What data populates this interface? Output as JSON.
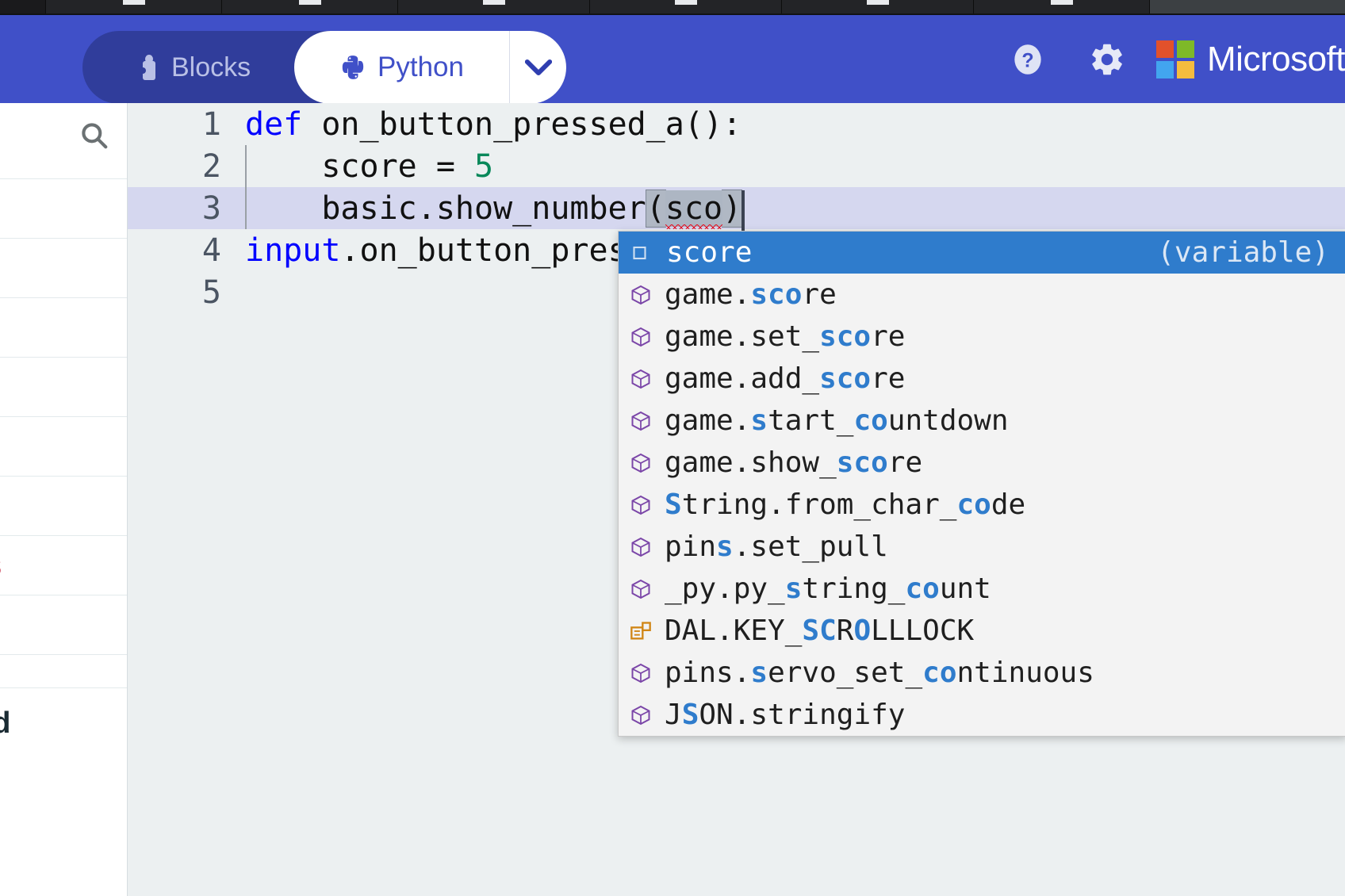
{
  "browser": {
    "tabs": [
      "tab",
      "tab",
      "tab",
      "tab",
      "tab",
      "tab"
    ]
  },
  "header": {
    "blocks_label": "Blocks",
    "blocks_icon": "puzzle-icon",
    "python_label": "Python",
    "python_icon": "python-logo-icon",
    "caret_icon": "chevron-down-icon",
    "help_icon": "help-circle-icon",
    "settings_icon": "gear-icon",
    "brand": "Microsoft",
    "brand_icon": "microsoft-logo",
    "bg_color": "#4050c8",
    "toggle_bg_color": "#303d9b",
    "ms_logo_colors": [
      "#e2512b",
      "#7eb928",
      "#42a5ef",
      "#f5bc3e"
    ]
  },
  "toolbox": {
    "search_icon": "search-icon",
    "categories": [
      {
        "label": "",
        "color": "#111111",
        "height": 75
      },
      {
        "label": "",
        "color": "#111111",
        "height": 75
      },
      {
        "label": "",
        "color": "#111111",
        "height": 75
      },
      {
        "label": "",
        "color": "#111111",
        "height": 75
      },
      {
        "label": "",
        "color": "#111111",
        "height": 75
      },
      {
        "label": "",
        "color": "#111111",
        "height": 75
      },
      {
        "label": "es",
        "color": "#c8384f",
        "height": 75
      },
      {
        "label": "",
        "color": "#111111",
        "height": 75
      },
      {
        "label": "",
        "color": "#111111",
        "height": 42
      },
      {
        "label": "ced",
        "color": "#1a2b33",
        "height": 90
      }
    ]
  },
  "editor": {
    "background": "#ecf0f1",
    "current_line": 3,
    "lines": [
      {
        "number": "1",
        "tokens": [
          {
            "t": "def",
            "c": "kw"
          },
          {
            "t": " on_button_pressed_a():",
            "c": "plain"
          }
        ]
      },
      {
        "number": "2",
        "tokens": [
          {
            "t": "    score = ",
            "c": "plain"
          },
          {
            "t": "5",
            "c": "num"
          }
        ]
      },
      {
        "number": "3",
        "tokens": [
          {
            "t": "    basic.show_number",
            "c": "plain"
          }
        ],
        "suffix_open": "(",
        "suffix_sel": "sco",
        "suffix_close": ")"
      },
      {
        "number": "4",
        "tokens": [
          {
            "t": "input",
            "c": "kw"
          },
          {
            "t": ".on_button_pressed",
            "c": "plain"
          }
        ]
      },
      {
        "number": "5",
        "tokens": []
      }
    ],
    "selected_text": "sco",
    "has_error_squiggle": true
  },
  "autocomplete": {
    "filter": "sco",
    "selected_index": 0,
    "detail_label": "(variable)",
    "items": [
      {
        "icon": "variable-icon",
        "parts": [
          {
            "t": "score",
            "m": false
          }
        ],
        "detail": "(variable)",
        "selected": true
      },
      {
        "icon": "method-cube-icon",
        "parts": [
          {
            "t": "game.",
            "m": false
          },
          {
            "t": "sco",
            "m": true
          },
          {
            "t": "re",
            "m": false
          }
        ]
      },
      {
        "icon": "method-cube-icon",
        "parts": [
          {
            "t": "game.set_",
            "m": false
          },
          {
            "t": "sco",
            "m": true
          },
          {
            "t": "re",
            "m": false
          }
        ]
      },
      {
        "icon": "method-cube-icon",
        "parts": [
          {
            "t": "game.add_",
            "m": false
          },
          {
            "t": "sco",
            "m": true
          },
          {
            "t": "re",
            "m": false
          }
        ]
      },
      {
        "icon": "method-cube-icon",
        "parts": [
          {
            "t": "game.",
            "m": false
          },
          {
            "t": "s",
            "m": true
          },
          {
            "t": "tart_",
            "m": false
          },
          {
            "t": "co",
            "m": true
          },
          {
            "t": "untdown",
            "m": false
          }
        ]
      },
      {
        "icon": "method-cube-icon",
        "parts": [
          {
            "t": "game.show_",
            "m": false
          },
          {
            "t": "sco",
            "m": true
          },
          {
            "t": "re",
            "m": false
          }
        ]
      },
      {
        "icon": "method-cube-icon",
        "parts": [
          {
            "t": "S",
            "m": true
          },
          {
            "t": "tring.from_char_",
            "m": false
          },
          {
            "t": "co",
            "m": true
          },
          {
            "t": "de",
            "m": false
          }
        ]
      },
      {
        "icon": "method-cube-icon",
        "parts": [
          {
            "t": "pin",
            "m": false
          },
          {
            "t": "s",
            "m": true
          },
          {
            "t": ".set_pull",
            "m": false
          }
        ]
      },
      {
        "icon": "method-cube-icon",
        "parts": [
          {
            "t": "_py.py_",
            "m": false
          },
          {
            "t": "s",
            "m": true
          },
          {
            "t": "tring_",
            "m": false
          },
          {
            "t": "co",
            "m": true
          },
          {
            "t": "unt",
            "m": false
          }
        ]
      },
      {
        "icon": "enum-property-icon",
        "parts": [
          {
            "t": "DAL.KEY_",
            "m": false
          },
          {
            "t": "SC",
            "m": true
          },
          {
            "t": "R",
            "m": false
          },
          {
            "t": "O",
            "m": true
          },
          {
            "t": "LLLOCK",
            "m": false
          }
        ]
      },
      {
        "icon": "method-cube-icon",
        "parts": [
          {
            "t": "pins.",
            "m": false
          },
          {
            "t": "s",
            "m": true
          },
          {
            "t": "ervo_set_",
            "m": false
          },
          {
            "t": "co",
            "m": true
          },
          {
            "t": "ntinuous",
            "m": false
          }
        ]
      },
      {
        "icon": "method-cube-icon",
        "parts": [
          {
            "t": "J",
            "m": false
          },
          {
            "t": "S",
            "m": true
          },
          {
            "t": "ON.stringify",
            "m": false
          }
        ]
      }
    ],
    "selected_bg": "#2f7ccc",
    "match_color": "#2f7ccc",
    "panel_bg": "#f3f3f3"
  }
}
